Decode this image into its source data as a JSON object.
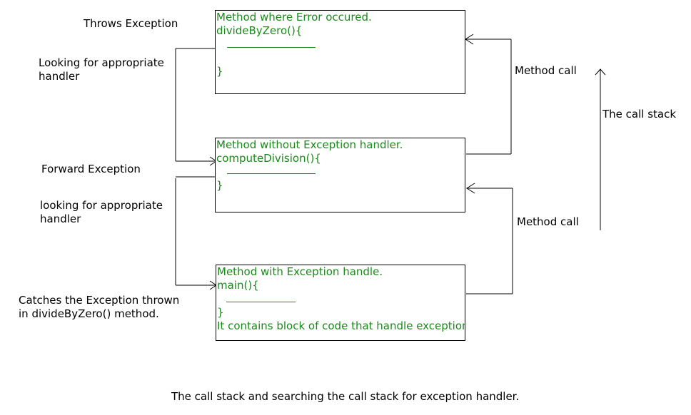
{
  "labels": {
    "throws_exception": "Throws Exception",
    "looking_1_line1": "Looking for appropriate",
    "looking_1_line2": "handler",
    "forward_exception": "Forward Exception",
    "looking_2_line1": "looking for appropriate",
    "looking_2_line2": "handler",
    "catches_line1": "Catches the Exception thrown",
    "catches_line2": "in divideByZero() method.",
    "method_call_top": "Method call",
    "method_call_bottom": "Method call",
    "call_stack": "The call stack",
    "caption": "The call stack and searching the call stack for exception handler."
  },
  "boxes": {
    "top": {
      "title": "Method where Error occured.",
      "signature": "divideByZero(){",
      "close": "}"
    },
    "middle": {
      "title": "Method without Exception handler.",
      "signature": "computeDivision(){",
      "close": "}"
    },
    "bottom": {
      "title": "Method with Exception handle.",
      "signature": "main(){",
      "close": "}",
      "note": "It contains block of code that handle exception"
    }
  },
  "colors": {
    "code_text": "#1a8a1a",
    "lines": "#000000"
  }
}
